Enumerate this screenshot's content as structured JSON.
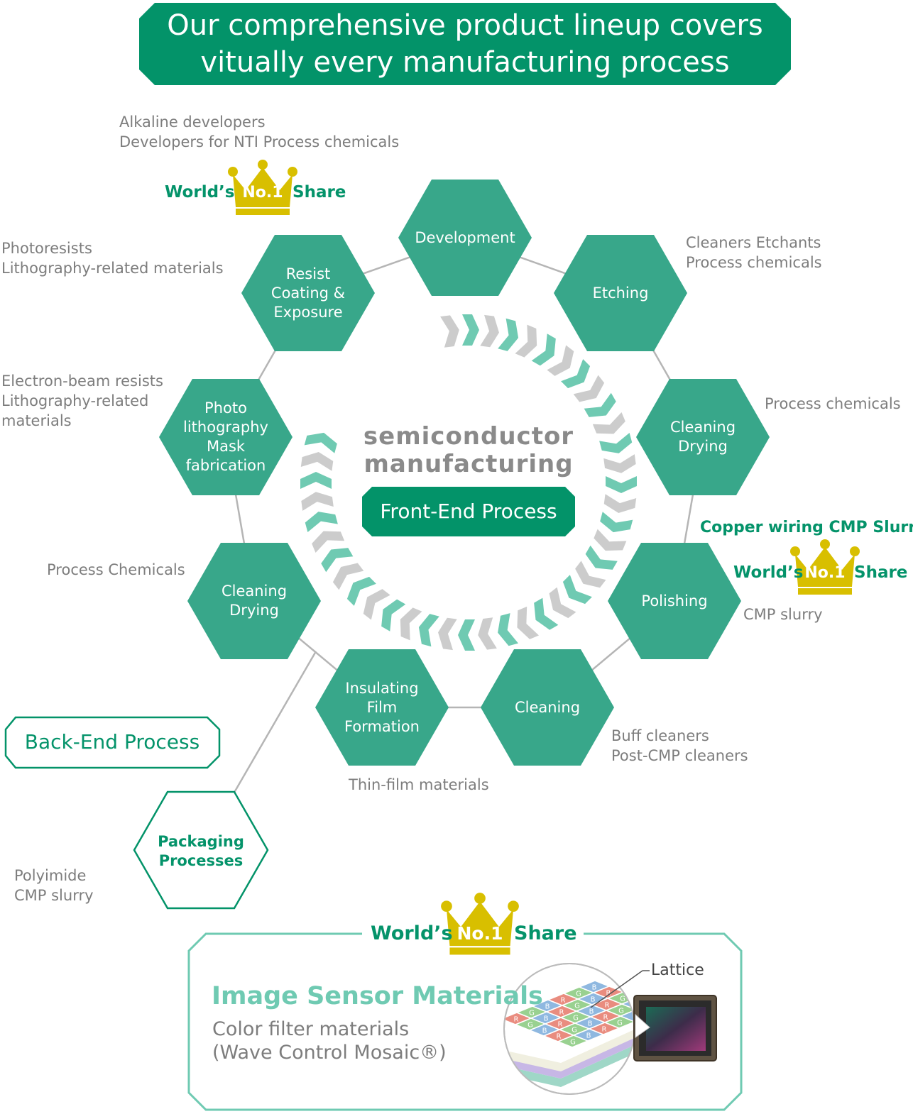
{
  "banner": {
    "line1": "Our comprehensive product lineup covers",
    "line2": "vitually every manufacturing process"
  },
  "colors": {
    "brand_green": "#039369",
    "hex_green": "#38a78a",
    "light_teal": "#6fcab2",
    "crown_gold": "#d8bf00",
    "label_gray": "#7d7d7d"
  },
  "center": {
    "title_line1": "semiconductor",
    "title_line2": "manufacturing",
    "front_end": "Front-End Process"
  },
  "back_end": "Back-End Process",
  "steps": {
    "development": "Development",
    "etching": "Etching",
    "cleaning_drying_right": [
      "Cleaning",
      "Drying"
    ],
    "polishing": "Polishing",
    "cleaning": "Cleaning",
    "insulating": [
      "Insulating",
      "Film",
      "Formation"
    ],
    "cleaning_drying_left": [
      "Cleaning",
      "Drying"
    ],
    "photolithography": [
      "Photo",
      "lithography",
      "Mask",
      "fabrication"
    ],
    "resist": [
      "Resist",
      "Coating &",
      "Exposure"
    ],
    "packaging": [
      "Packaging",
      "Processes"
    ]
  },
  "labels": {
    "development": [
      "Alkaline developers",
      "Developers for NTI Process chemicals"
    ],
    "etching": [
      "Cleaners Etchants",
      "Process chemicals"
    ],
    "cleaning_drying_right": "Process chemicals",
    "polishing_note": "Copper wiring CMP Slurries:",
    "polishing": "CMP slurry",
    "cleaning": [
      "Buff cleaners",
      "Post-CMP cleaners"
    ],
    "insulating": "Thin-film materials",
    "cleaning_drying_left": "Process Chemicals",
    "photolithography": [
      "Electron-beam resists",
      "Lithography-related",
      "materials"
    ],
    "resist": [
      "Photoresists",
      "Lithography-related materials"
    ],
    "packaging": [
      "Polyimide",
      "CMP slurry"
    ]
  },
  "share": {
    "worlds": "World’s",
    "no1": "No.1",
    "share": "Share"
  },
  "image_sensor": {
    "title": "Image Sensor Materials",
    "line1": "Color filter materials",
    "line2": "(Wave Control Mosaic®)",
    "lattice": "Lattice",
    "filter_letters": [
      "R",
      "G",
      "B"
    ]
  }
}
